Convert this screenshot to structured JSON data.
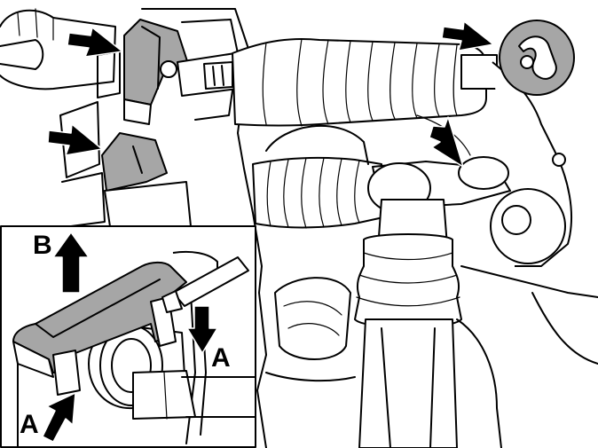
{
  "labels": {
    "pull_direction": "B",
    "press_upper": "A",
    "press_lower": "A"
  },
  "colors": {
    "line": "#000000",
    "highlight_fill": "#a6a6a6",
    "background": "#ffffff"
  },
  "icons": {
    "callout_arrow": "arrow-icon"
  }
}
